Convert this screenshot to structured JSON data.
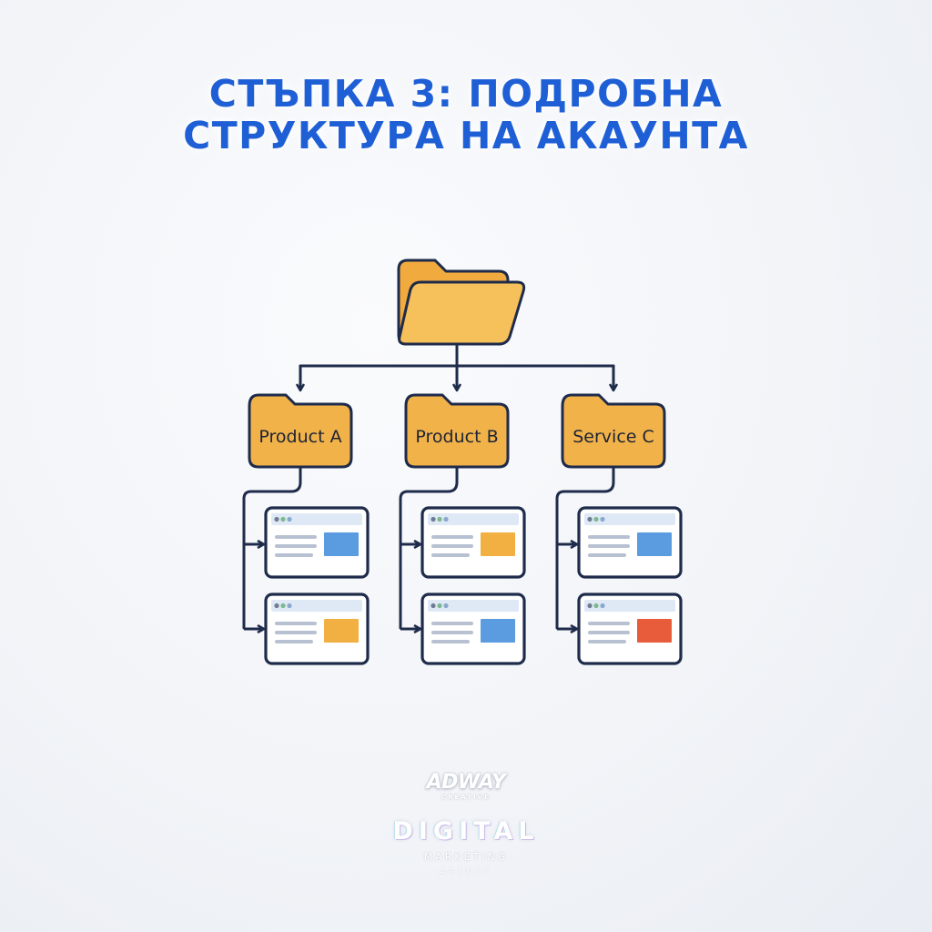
{
  "title": {
    "line1": "СТЪПКА 3: ПОДРОБНА",
    "line2": "СТРУКТУРА НА АКАУНТА",
    "color": "#1f5fd6"
  },
  "diagram": {
    "root_icon": "folder-open-icon",
    "categories": [
      {
        "label": "Product A",
        "ads": [
          {
            "accent": "#5b9be0"
          },
          {
            "accent": "#f2b042"
          }
        ]
      },
      {
        "label": "Product B",
        "ads": [
          {
            "accent": "#f2b042"
          },
          {
            "accent": "#5b9be0"
          }
        ]
      },
      {
        "label": "Service C",
        "ads": [
          {
            "accent": "#5b9be0"
          },
          {
            "accent": "#e85c3c"
          }
        ]
      }
    ],
    "folder_color": "#f2b24a",
    "line_color": "#1e2b4a"
  },
  "brand": {
    "logo": "ADWAY",
    "logo_sub": "CREATIVE",
    "name": "DIGITAL",
    "line2": "MARKETING",
    "line3": "AGENCY"
  }
}
